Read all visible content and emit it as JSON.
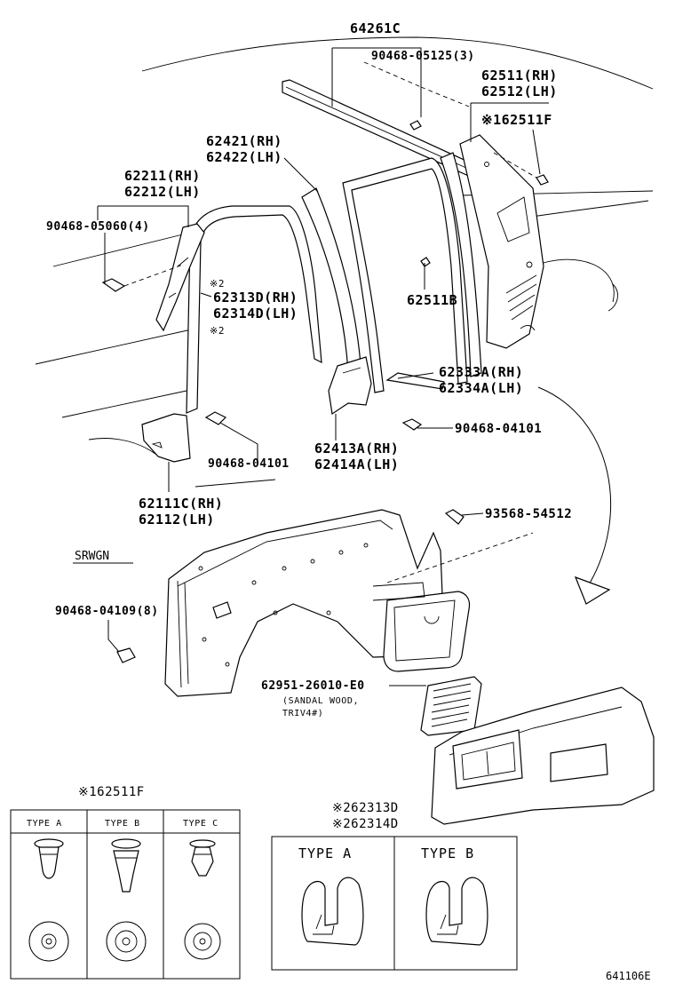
{
  "labels": {
    "p64261c": "64261C",
    "p90468_05125": "90468-05125(3)",
    "p62511": "62511(RH)",
    "p62512": "62512(LH)",
    "p162511f": "※162511F",
    "p62421": "62421(RH)",
    "p62422": "62422(LH)",
    "p62211": "62211(RH)",
    "p62212": "62212(LH)",
    "p90468_05060": "90468-05060(4)",
    "p_note2a": "※2",
    "p62313d": "62313D(RH)",
    "p62314d": "62314D(LH)",
    "p_note2b": "※2",
    "p62511b": "62511B",
    "p62333a": "62333A(RH)",
    "p62334a": "62334A(LH)",
    "p90468_04101a": "90468-04101",
    "p62413a": "62413A(RH)",
    "p62414a": "62414A(LH)",
    "p90468_04101b": "90468-04101",
    "p62111c": "62111C(RH)",
    "p62112": "62112(LH)",
    "p93568": "93568-54512",
    "srwgn": "SRWGN",
    "p90468_04109": "90468-04109(8)",
    "p62951": "62951-26010-E0",
    "sandal1": "(SANDAL WOOD,",
    "sandal2": "TRIV4#)",
    "clip_title": "※162511F",
    "clip_types": [
      "TYPE A",
      "TYPE B",
      "TYPE C"
    ],
    "seal_title1": "※262313D",
    "seal_title2": "※262314D",
    "seal_types": [
      "TYPE A",
      "TYPE B"
    ],
    "figure_no": "641106E"
  }
}
